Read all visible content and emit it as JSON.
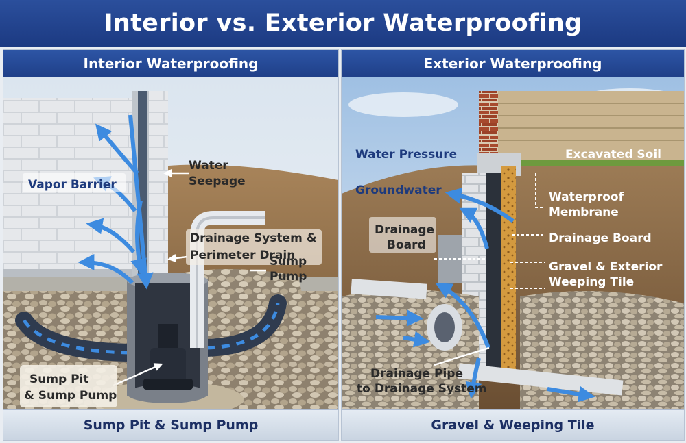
{
  "title": "Interior vs. Exterior Waterproofing",
  "interior": {
    "heading": "Interior Waterproofing",
    "footer": "Sump Pit & Sump Pump",
    "labels": {
      "vapor_barrier": "Vapor Barrier",
      "water_seepage_1": "Water",
      "water_seepage_2": "Seepage",
      "drainage_1": "Drainage System &",
      "drainage_2": "Perimeter Drain",
      "sump_pump_1": "Sump",
      "sump_pump_2": "Pump",
      "sump_pit_1": "Sump Pit",
      "sump_pit_2": "& Sump Pump"
    }
  },
  "exterior": {
    "heading": "Exterior Waterproofing",
    "footer": "Gravel & Weeping Tile",
    "labels": {
      "water_pressure": "Water Pressure",
      "groundwater": "Groundwater",
      "excavated_soil": "Excavated Soil",
      "drainage_board_left_1": "Drainage",
      "drainage_board_left_2": "Board",
      "membrane_1": "Waterproof",
      "membrane_2": "Membrane",
      "drainage_board": "Drainage Board",
      "gravel_1": "Gravel & Exterior",
      "gravel_2": "Weeping Tile",
      "pipe_1": "Drainage Pipe",
      "pipe_2": "to Drainage System"
    }
  },
  "colors": {
    "header_blue": "#1f3f88",
    "water_arrow": "#3d8be0",
    "soil": "#8b6a45",
    "gravel": "#a99c86"
  }
}
